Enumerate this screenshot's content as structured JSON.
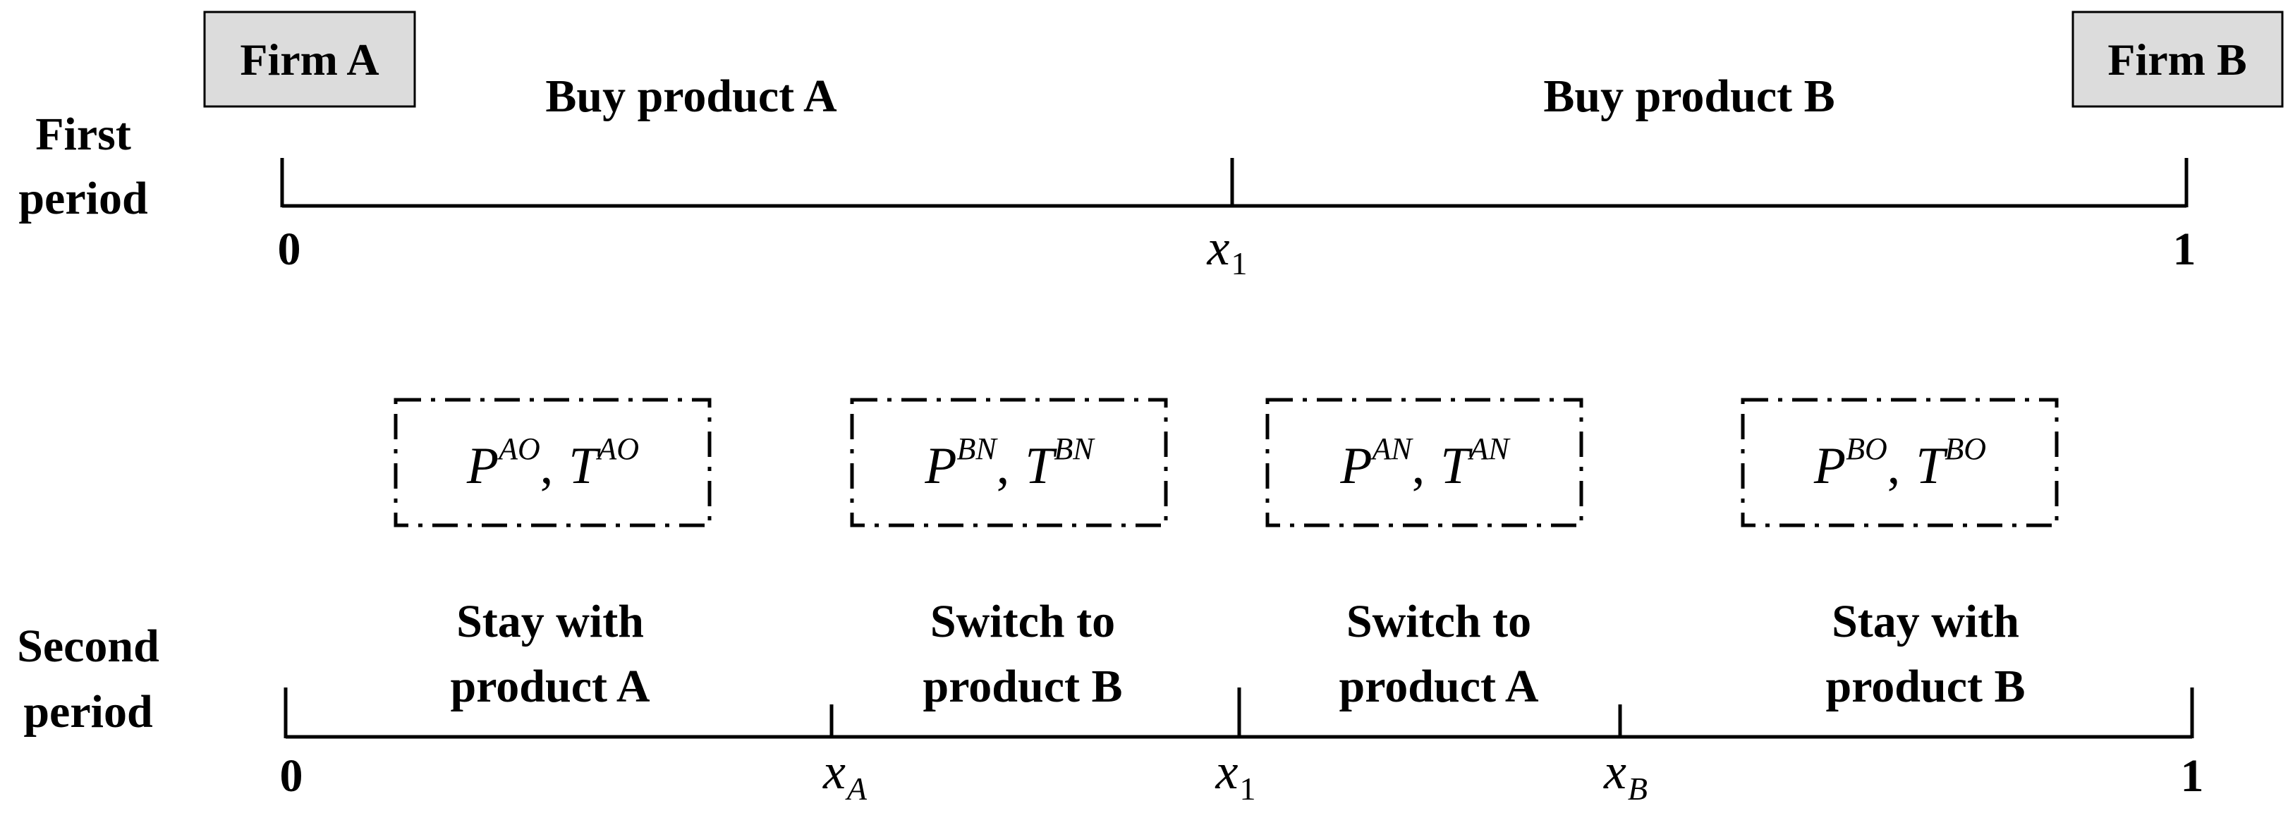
{
  "firms": {
    "a": "Firm A",
    "b": "Firm B"
  },
  "first_period": {
    "label_line1": "First",
    "label_line2": "period",
    "choice_a": "Buy product A",
    "choice_b": "Buy product B",
    "tick_0": "0",
    "tick_x1": "x",
    "tick_x1_sub": "1",
    "tick_1": "1"
  },
  "second_period": {
    "label_line1": "Second",
    "label_line2": "period",
    "prices": [
      {
        "p": "P",
        "p_sup": "AO",
        "sep": ",",
        "t": "T",
        "t_sup": "AO"
      },
      {
        "p": "P",
        "p_sup": "BN",
        "sep": ",",
        "t": "T",
        "t_sup": "BN"
      },
      {
        "p": "P",
        "p_sup": "AN",
        "sep": ",",
        "t": "T",
        "t_sup": "AN"
      },
      {
        "p": "P",
        "p_sup": "BO",
        "sep": ",",
        "t": "T",
        "t_sup": "BO"
      }
    ],
    "segments": [
      {
        "line1": "Stay with",
        "line2": "product A"
      },
      {
        "line1": "Switch to",
        "line2": "product B"
      },
      {
        "line1": "Switch to",
        "line2": "product A"
      },
      {
        "line1": "Stay with",
        "line2": "product B"
      }
    ],
    "tick_0": "0",
    "tick_xa": "x",
    "tick_xa_sub": "A",
    "tick_x1": "x",
    "tick_x1_sub": "1",
    "tick_xb": "x",
    "tick_xb_sub": "B",
    "tick_1": "1"
  }
}
